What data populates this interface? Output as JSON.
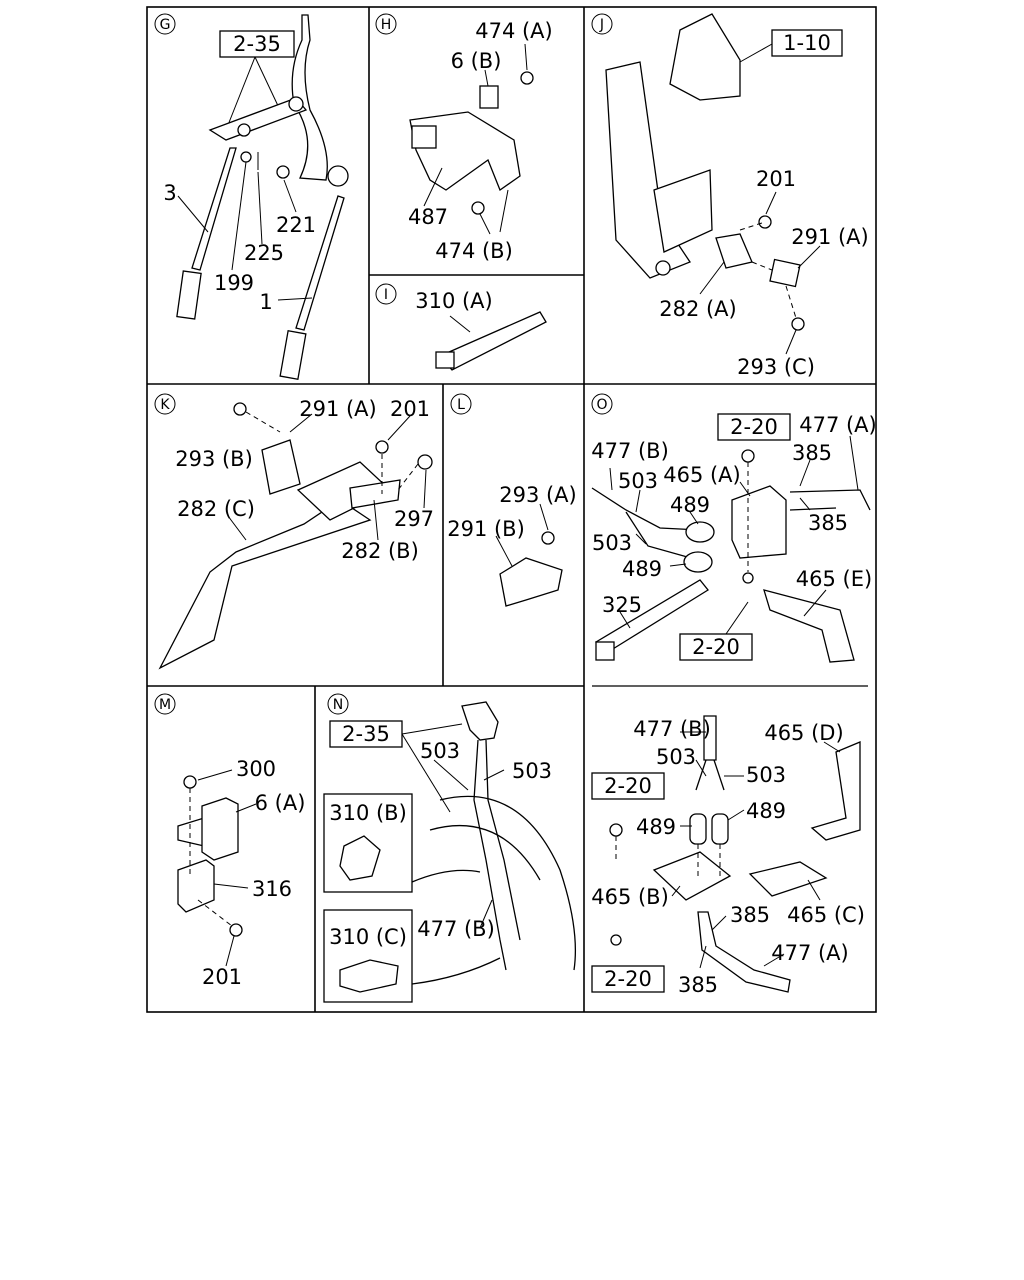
{
  "sections": {
    "G": {
      "id": "G",
      "refs": [
        "2-35"
      ],
      "labels": [
        "3",
        "199",
        "225",
        "221",
        "1"
      ]
    },
    "H": {
      "id": "H",
      "labels": [
        "474 (A)",
        "6 (B)",
        "487",
        "474 (B)"
      ]
    },
    "I": {
      "id": "I",
      "labels": [
        "310 (A)"
      ]
    },
    "J": {
      "id": "J",
      "refs": [
        "1-10"
      ],
      "labels": [
        "201",
        "291 (A)",
        "282 (A)",
        "293 (C)"
      ]
    },
    "K": {
      "id": "K",
      "labels": [
        "293 (B)",
        "291 (A)",
        "201",
        "297",
        "282 (C)",
        "282 (B)"
      ]
    },
    "L": {
      "id": "L",
      "labels": [
        "293 (A)",
        "291 (B)"
      ]
    },
    "O": {
      "id": "O",
      "refs": [
        "2-20",
        "2-20"
      ],
      "labels": [
        "477 (A)",
        "477 (B)",
        "385",
        "465 (A)",
        "503",
        "489",
        "385",
        "503",
        "489",
        "465 (E)",
        "325"
      ]
    },
    "O2": {
      "refs": [
        "2-20",
        "2-20"
      ],
      "labels": [
        "477 (B)",
        "465 (D)",
        "503",
        "503",
        "489",
        "489",
        "465 (B)",
        "385",
        "465 (C)",
        "477 (A)",
        "385"
      ]
    },
    "M": {
      "id": "M",
      "labels": [
        "300",
        "6 (A)",
        "316",
        "201"
      ]
    },
    "N": {
      "id": "N",
      "refs": [
        "2-35"
      ],
      "labels": [
        "503",
        "503",
        "310 (B)",
        "310 (C)",
        "477 (B)"
      ]
    }
  }
}
